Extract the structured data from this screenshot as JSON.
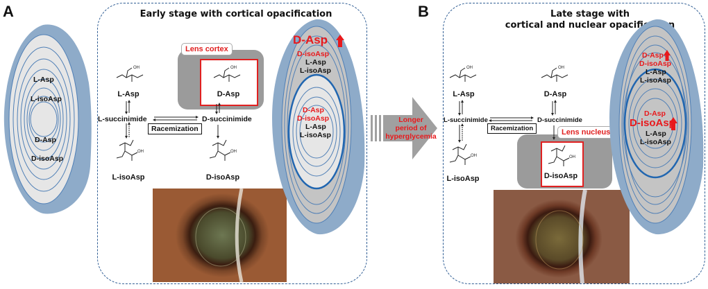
{
  "panels": {
    "a": {
      "label": "A",
      "title": "Early stage with cortical opacification",
      "normal_lens": {
        "labels": [
          "L-Asp",
          "L-isoAsp",
          "D-Asp",
          "D-isoAsp"
        ]
      },
      "pathway": {
        "l_asp": "L-Asp",
        "l_succinimide": "L-succinimide",
        "l_isoasp": "L-isoAsp",
        "d_asp": "D-Asp",
        "d_succinimide": "D-succinimide",
        "d_isoasp": "D-isoAsp",
        "racemization": "Racemization",
        "region_tag": "Lens cortex"
      },
      "cataract_lens": {
        "cortex_labels": [
          {
            "text": "D-Asp",
            "color": "#e8191c",
            "increase": true
          },
          {
            "text": "D-isoAsp",
            "color": "#e8191c",
            "increase": false
          },
          {
            "text": "L-Asp",
            "color": "#111111",
            "increase": false
          },
          {
            "text": "L-isoAsp",
            "color": "#111111",
            "increase": false
          }
        ],
        "nucleus_labels": [
          {
            "text": "D-Asp",
            "color": "#e8191c"
          },
          {
            "text": "D-isoAsp",
            "color": "#e8191c"
          },
          {
            "text": "L-Asp",
            "color": "#111111"
          },
          {
            "text": "L-isoAsp",
            "color": "#111111"
          }
        ]
      }
    },
    "arrow": {
      "text_line1": "Longer",
      "text_line2": "period of",
      "text_line3": "hyperglycemia"
    },
    "b": {
      "label": "B",
      "title_line1": "Late stage with",
      "title_line2": "cortical and nuclear opacification",
      "pathway": {
        "l_asp": "L-Asp",
        "l_succinimide": "L-succinimide",
        "l_isoasp": "L-isoAsp",
        "d_asp": "D-Asp",
        "d_succinimide": "D-succinimide",
        "d_isoasp": "D-isoAsp",
        "racemization": "Racemization",
        "region_tag": "Lens nucleus"
      },
      "cataract_lens": {
        "cortex_labels": [
          {
            "text": "D-Asp",
            "color": "#e8191c",
            "increase": true
          },
          {
            "text": "D-isoAsp",
            "color": "#e8191c",
            "increase": false
          },
          {
            "text": "L-Asp",
            "color": "#111111",
            "increase": false
          },
          {
            "text": "L-isoAsp",
            "color": "#111111",
            "increase": false
          }
        ],
        "nucleus_labels": [
          {
            "text": "D-Asp",
            "color": "#e8191c",
            "increase": false
          },
          {
            "text": "D-isoAsp",
            "color": "#e8191c",
            "increase": true
          },
          {
            "text": "L-Asp",
            "color": "#111111",
            "increase": false
          },
          {
            "text": "L-isoAsp",
            "color": "#111111",
            "increase": false
          }
        ]
      }
    }
  },
  "colors": {
    "lens_outer": "#8eabc9",
    "lens_inner": "#e6e6e6",
    "lens_gray": "#c4c4c4",
    "ring": "#4f7fb6",
    "nucleus_ring": "#2166b0",
    "accent_red": "#e8191c",
    "region_gray": "#9b9b9b",
    "dash_border": "#2f5d94"
  }
}
